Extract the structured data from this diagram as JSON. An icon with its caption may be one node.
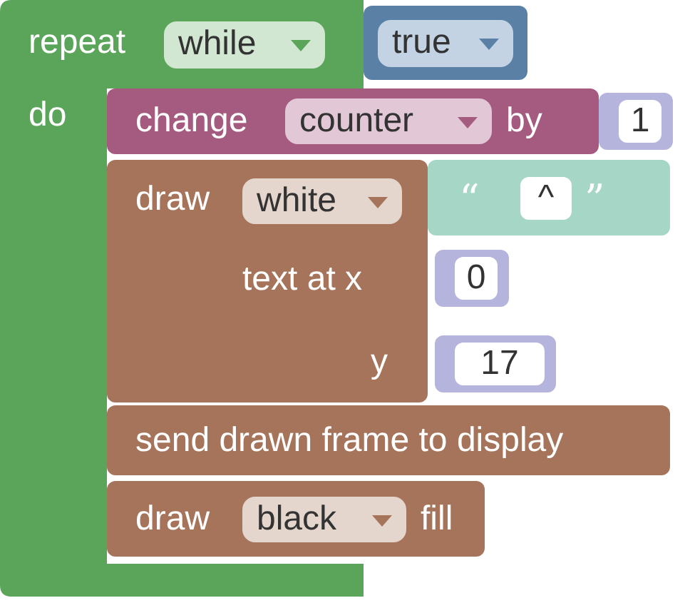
{
  "diagram": {
    "nodes": [
      {
        "text": [
          "repeat",
          "do"
        ]
      },
      {
        "text": [
          "while"
        ],
        "in": 0
      },
      {
        "text": [],
        "shape": "box"
      },
      {
        "text": [
          "true"
        ],
        "in": 2
      },
      {
        "text": [
          "change",
          "by"
        ]
      },
      {
        "text": [
          "counter"
        ],
        "in": 4
      },
      {
        "text": [
          "1"
        ]
      },
      {
        "text": [
          "draw",
          "text at x",
          "y"
        ]
      },
      {
        "text": [
          "white"
        ],
        "in": 7
      },
      {
        "text": [
          "“",
          "”"
        ]
      },
      {
        "text": [
          "^"
        ],
        "in": 9
      },
      {
        "text": [
          "0"
        ]
      },
      {
        "text": [
          "17"
        ]
      },
      {
        "text": [
          "send drawn frame to display"
        ]
      },
      {
        "text": [
          "draw",
          "fill"
        ]
      },
      {
        "text": [
          "black"
        ],
        "in": 14
      }
    ]
  }
}
